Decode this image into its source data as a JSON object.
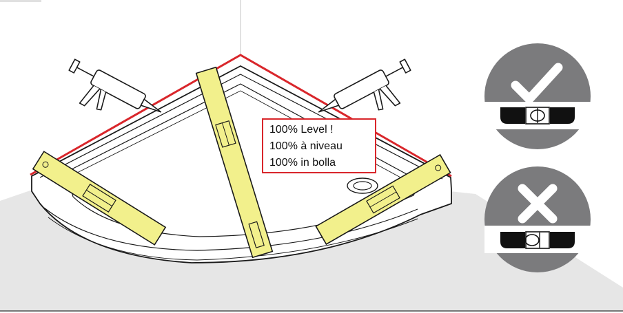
{
  "callout": {
    "lines": [
      "100% Level !",
      "100% à niveau",
      "100% in bolla"
    ]
  },
  "indicators": [
    {
      "name": "correct",
      "icon": "checkmark-icon",
      "state": "level"
    },
    {
      "name": "incorrect",
      "icon": "cross-icon",
      "state": "not-level"
    }
  ],
  "colors": {
    "accent_red": "#d9262b",
    "spirit_level_yellow": "#f2f08c",
    "indicator_gray": "#7b7b7d",
    "floor_gray": "#e6e6e6",
    "outline": "#1a1a1a"
  }
}
